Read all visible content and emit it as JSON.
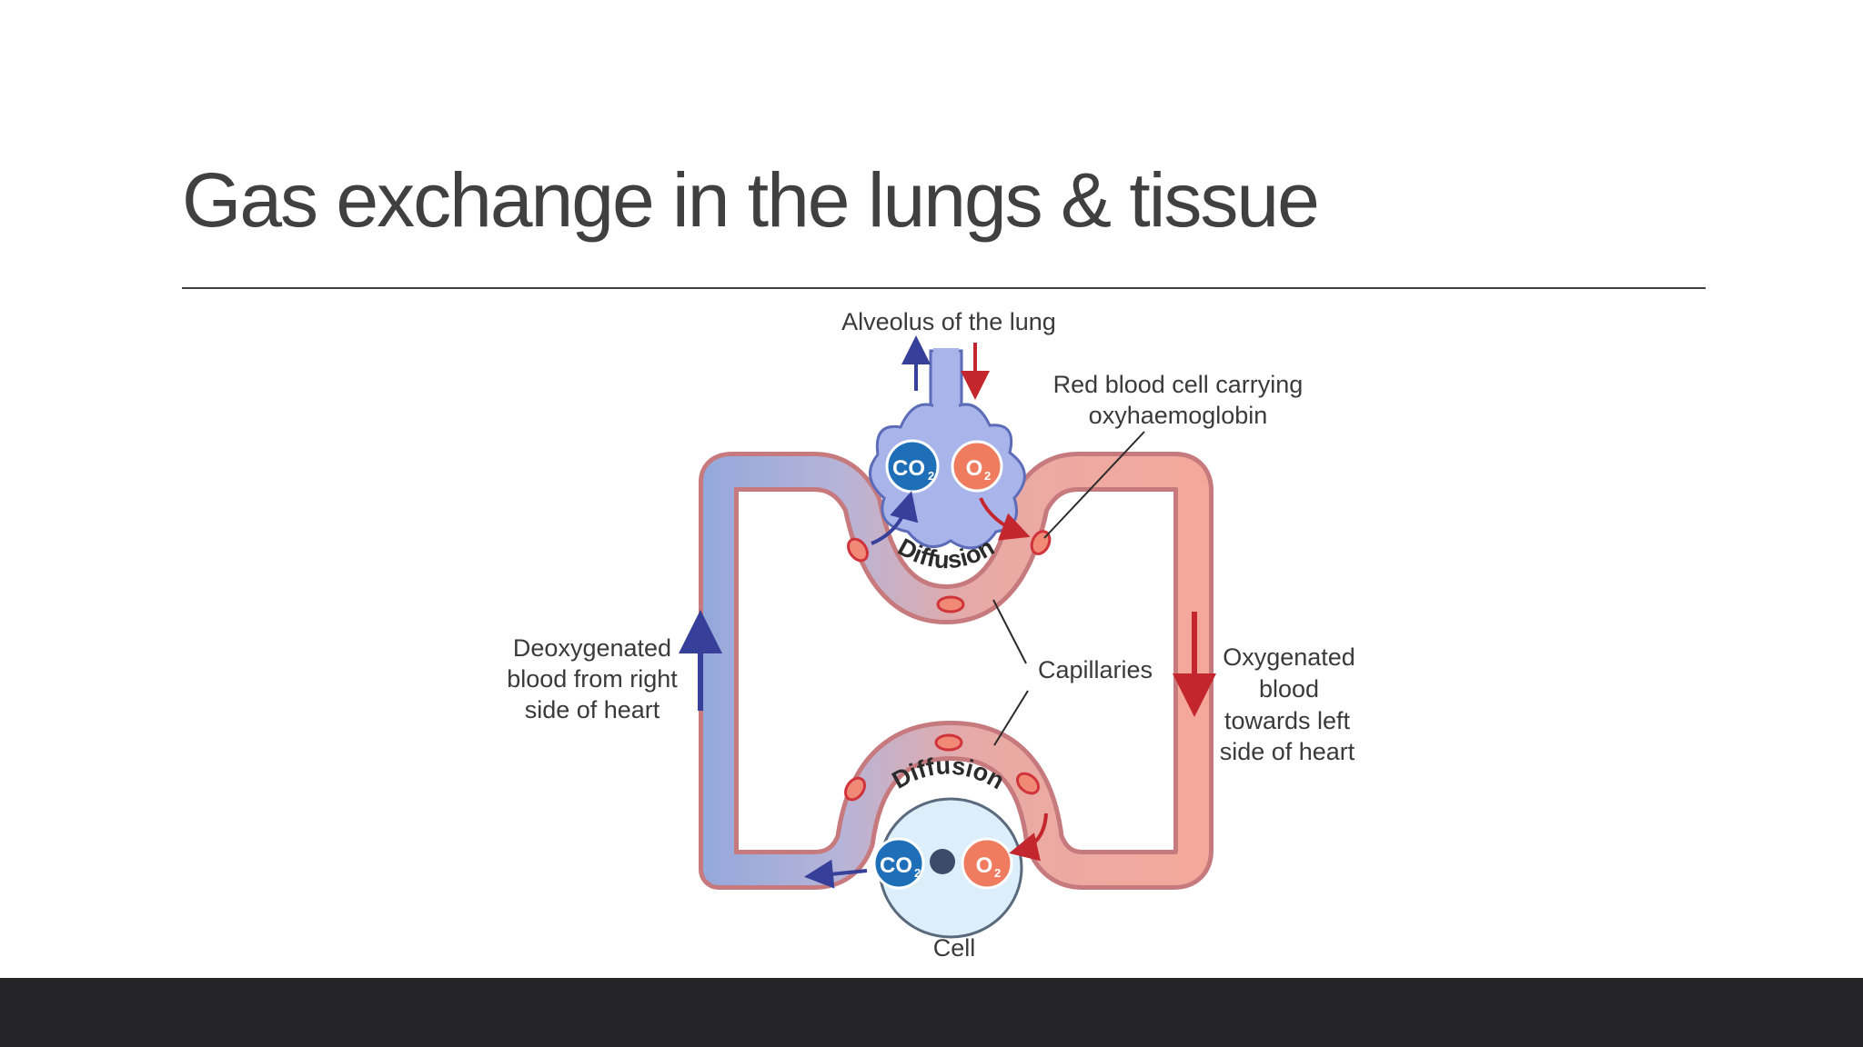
{
  "slide": {
    "title": "Gas exchange in the lungs & tissue"
  },
  "diagram": {
    "labels": {
      "alveolus": "Alveolus of the lung",
      "rbc_line1": "Red blood cell carrying",
      "rbc_line2": "oxyhaemoglobin",
      "deoxy_line1": "Deoxygenated",
      "deoxy_line2": "blood from right",
      "deoxy_line3": "side of heart",
      "capillaries": "Capillaries",
      "oxy_line1": "Oxygenated",
      "oxy_line2": "blood",
      "oxy_line3": "towards left",
      "oxy_line4": "side of heart",
      "cell": "Cell",
      "diffusion_top": "Diffusion",
      "diffusion_bottom": "Diffusion"
    },
    "molecules": {
      "co2_text": "CO",
      "co2_sub": "2",
      "o2_text": "O",
      "o2_sub": "2"
    },
    "colors": {
      "deoxygenated": "#8fa6dc",
      "oxygenated": "#f5a89a",
      "vessel_outline": "#c77a7e",
      "co2": "#1f6fb8",
      "o2": "#f07c5f",
      "arrow_blue": "#363f9a",
      "arrow_red": "#c4262e"
    }
  }
}
